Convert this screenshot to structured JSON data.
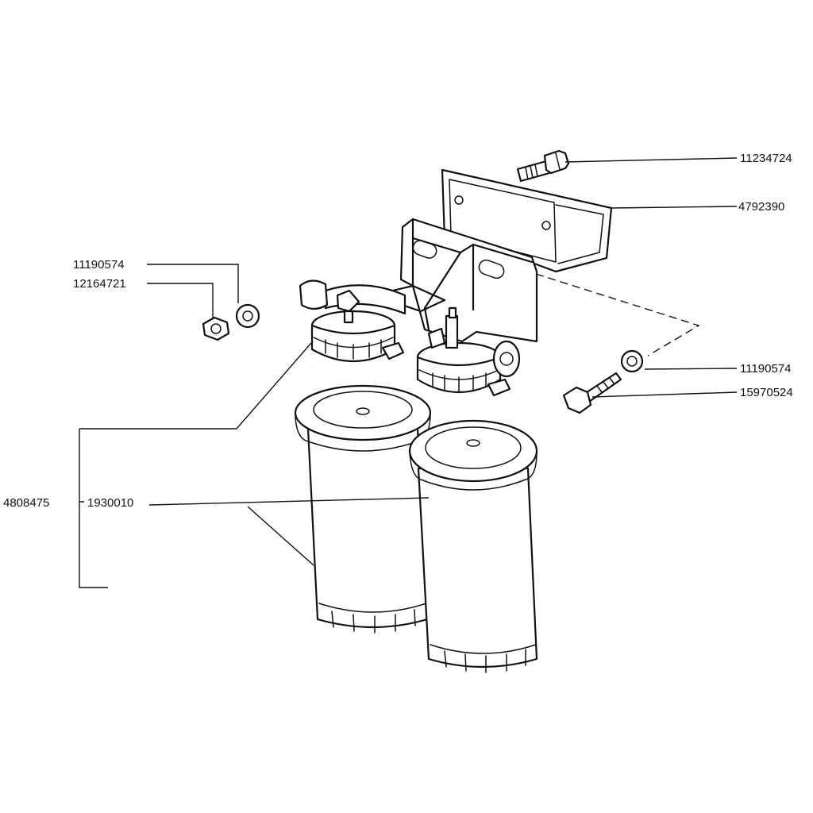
{
  "labels": {
    "bolt_top": "11234724",
    "bracket_gasket": "4792390",
    "washer_left": "11190574",
    "nut_left": "12164721",
    "washer_right": "11190574",
    "bolt_right": "15970524",
    "assembly": "4808475",
    "filter": "1930010"
  },
  "icons": [
    "bolt",
    "nut",
    "washer",
    "bracket",
    "filter-head",
    "filter-cartridge"
  ]
}
